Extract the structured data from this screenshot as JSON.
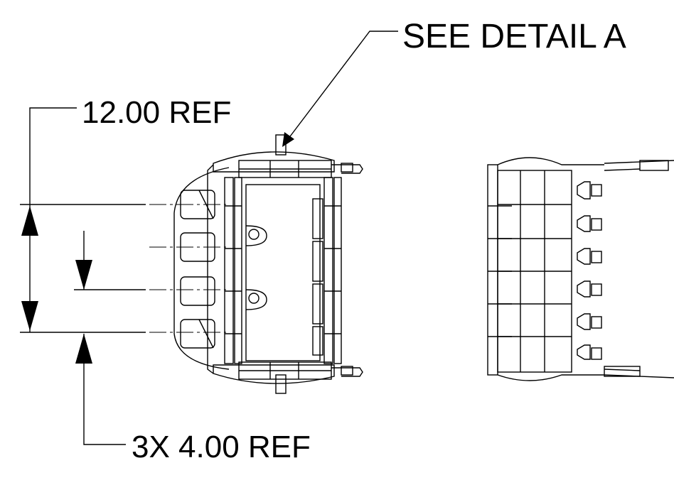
{
  "drawing": {
    "detail_callout": "SEE DETAIL A",
    "overall_dimension": "12.00 REF",
    "pitch_dimension": "3X 4.00 REF"
  },
  "colors": {
    "ink": "#000000",
    "paper": "#ffffff"
  }
}
